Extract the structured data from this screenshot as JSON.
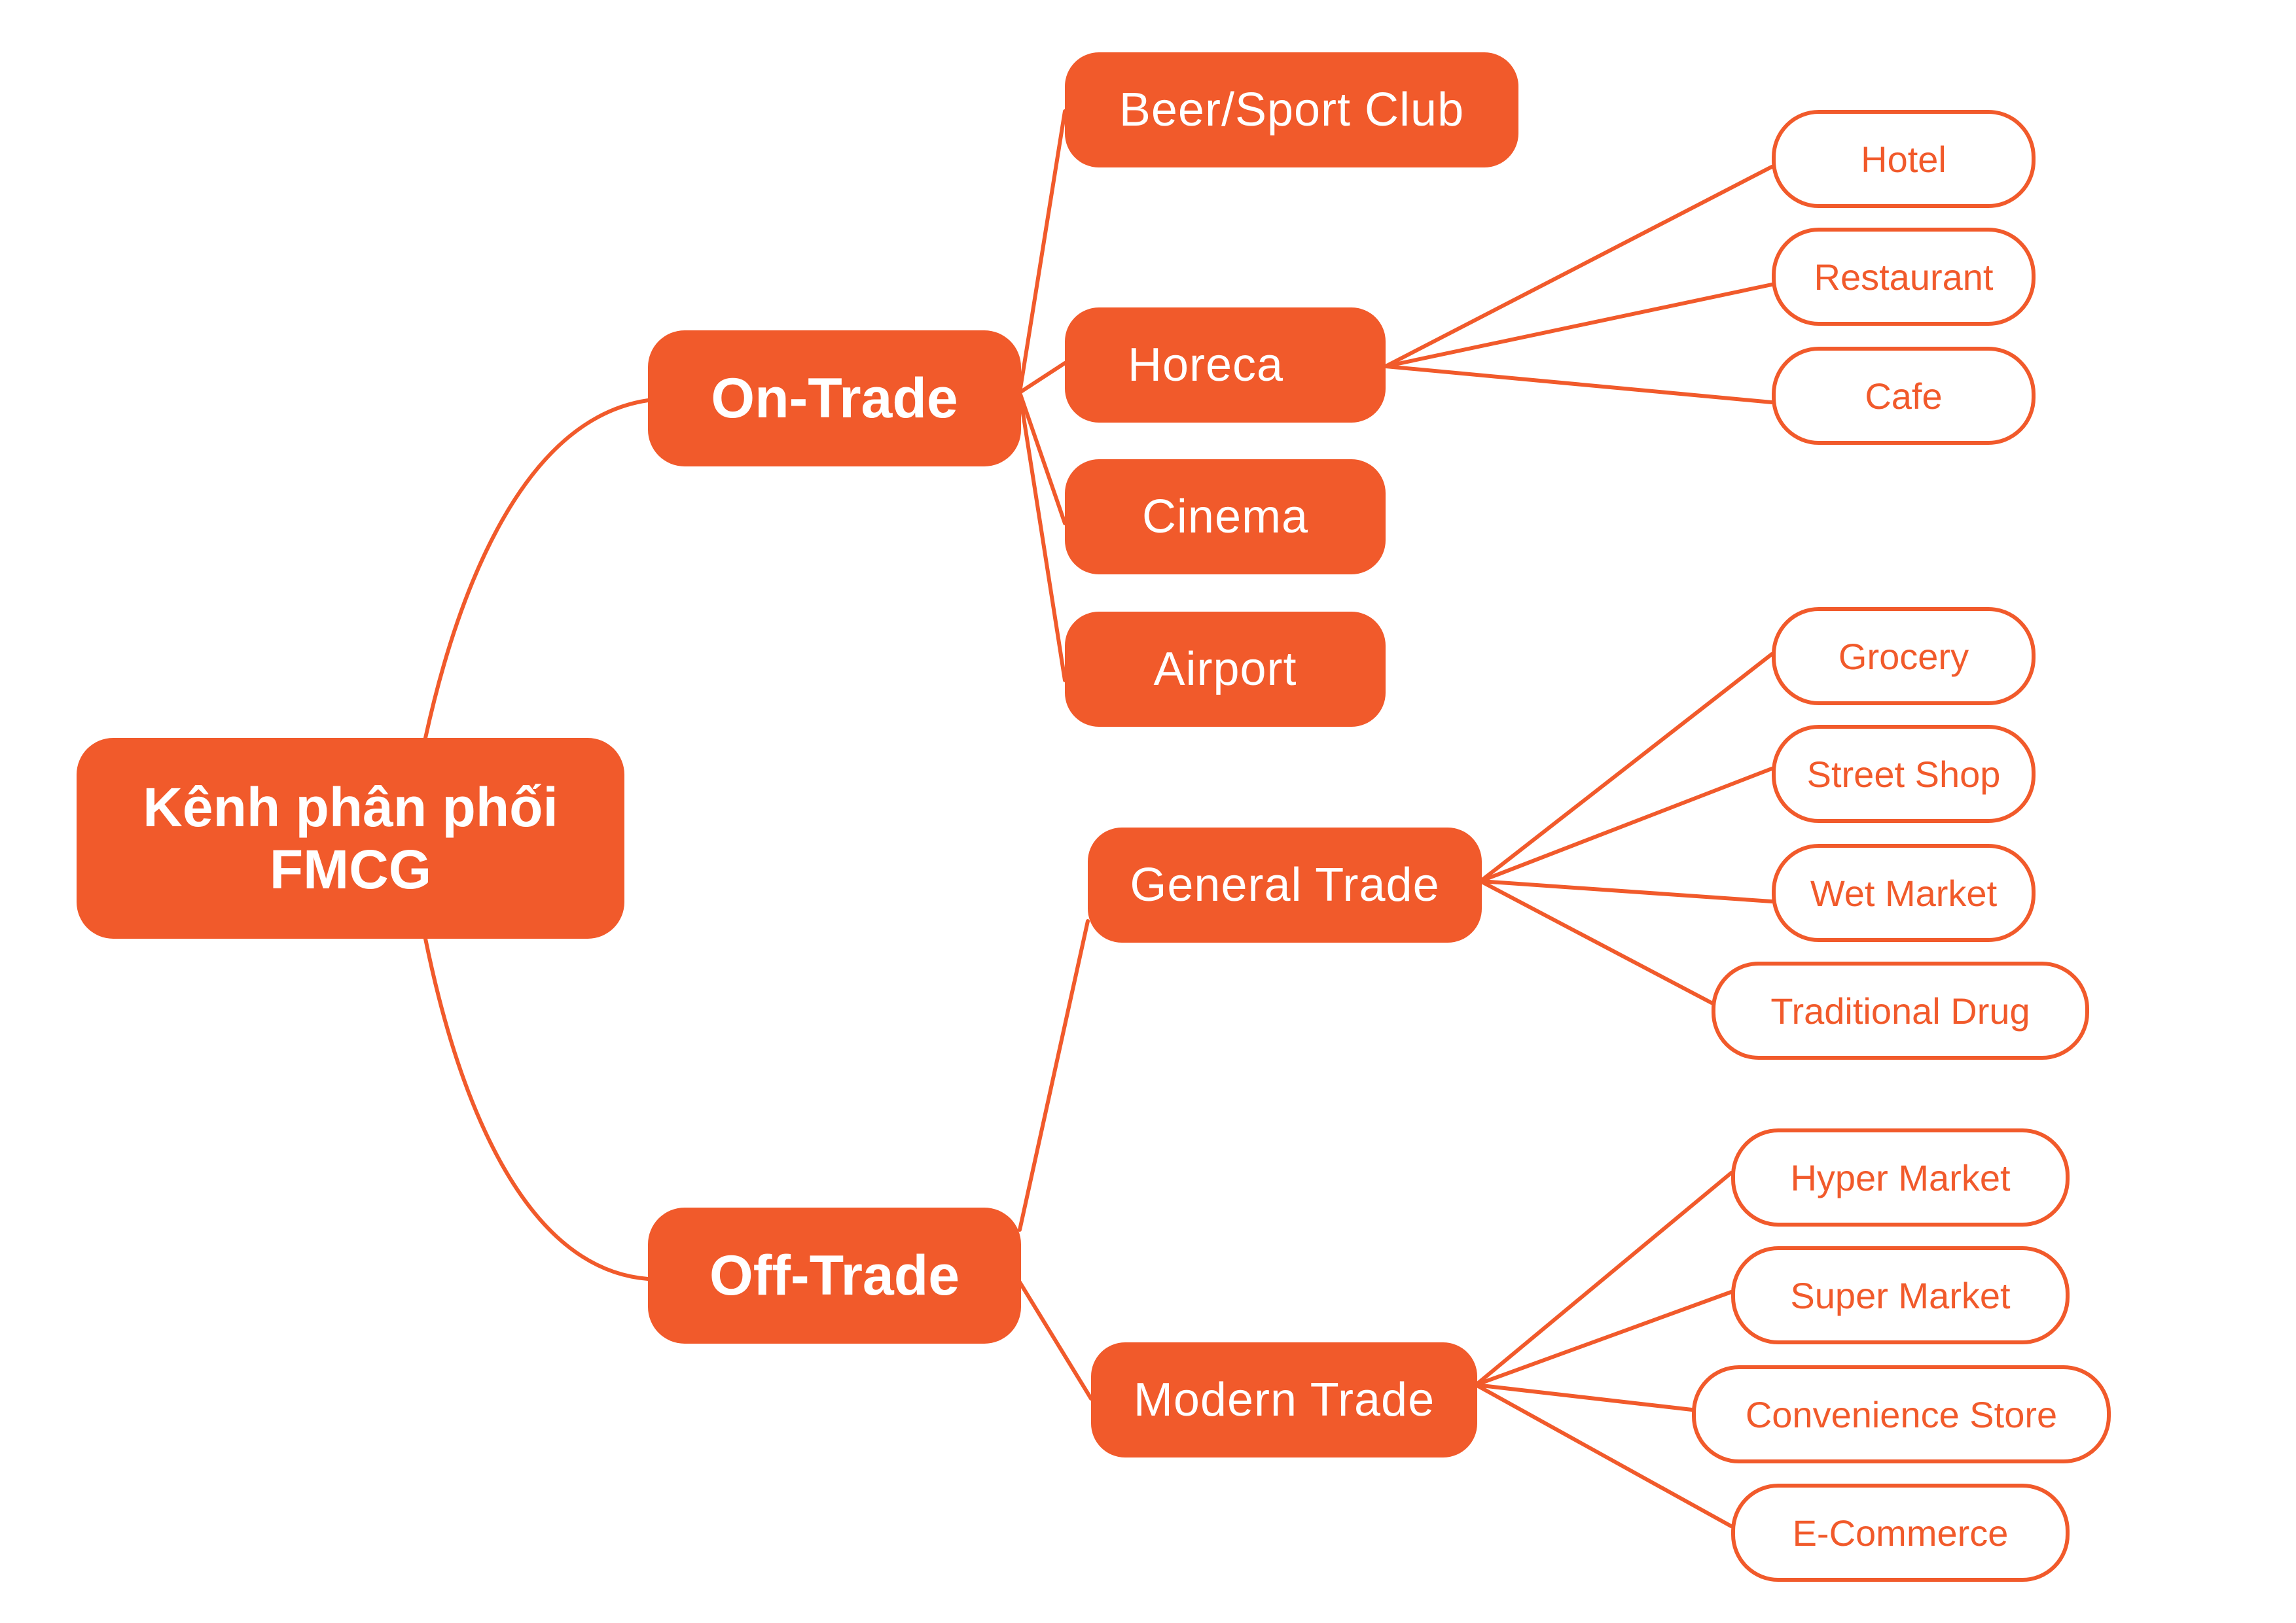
{
  "colors": {
    "accent": "#F15A2B",
    "background": "#FFFFFF",
    "text_on_accent": "#FFFFFF"
  },
  "root": {
    "label_line1": "Kênh phân phối",
    "label_line2": "FMCG"
  },
  "on_trade": {
    "label": "On-Trade",
    "children": {
      "beer_sport_club": {
        "label": "Beer/Sport Club"
      },
      "horeca": {
        "label": "Horeca",
        "children": {
          "hotel": "Hotel",
          "restaurant": "Restaurant",
          "cafe": "Cafe"
        }
      },
      "cinema": {
        "label": "Cinema"
      },
      "airport": {
        "label": "Airport"
      }
    }
  },
  "off_trade": {
    "label": "Off-Trade",
    "children": {
      "general_trade": {
        "label": "General Trade",
        "children": {
          "grocery": "Grocery",
          "street_shop": "Street Shop",
          "wet_market": "Wet Market",
          "traditional_drug": "Traditional Drug"
        }
      },
      "modern_trade": {
        "label": "Modern Trade",
        "children": {
          "hyper_market": "Hyper Market",
          "super_market": "Super Market",
          "convenience_store": "Convenience Store",
          "e_commerce": "E-Commerce"
        }
      }
    }
  }
}
